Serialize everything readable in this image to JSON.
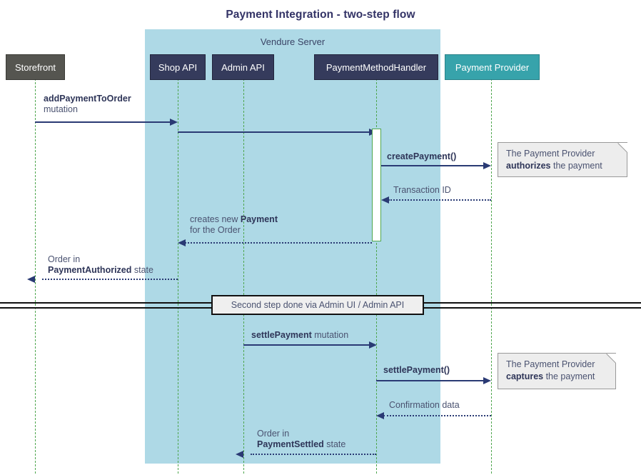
{
  "diagram": {
    "title": "Payment Integration - two-step flow",
    "type": "sequence-diagram",
    "group": {
      "label": "Vendure Server",
      "color": "#AED9E6"
    },
    "colors": {
      "storefront": "#555550",
      "api": "#353B5C",
      "provider": "#37A3AB",
      "arrow": "#2A3A74",
      "lifeline": "#4EA64E",
      "note": "#EDEDED"
    },
    "participants": [
      {
        "id": "storefront",
        "label": "Storefront",
        "style": "dark"
      },
      {
        "id": "shop-api",
        "label": "Shop API",
        "style": "navy"
      },
      {
        "id": "admin-api",
        "label": "Admin API",
        "style": "navy"
      },
      {
        "id": "payment-method-handler",
        "label": "PaymentMethodHandler",
        "style": "navy"
      },
      {
        "id": "payment-provider",
        "label": "Payment Provider",
        "style": "teal"
      }
    ],
    "messages": [
      {
        "id": "add-payment-to-order",
        "from": "storefront",
        "to": "shop-api",
        "kind": "call",
        "label_bold": "addPaymentToOrder",
        "label_rest": "mutation"
      },
      {
        "id": "shop-api-to-handler",
        "from": "shop-api",
        "to": "payment-method-handler",
        "kind": "call",
        "label_bold": "",
        "label_rest": ""
      },
      {
        "id": "create-payment",
        "from": "payment-method-handler",
        "to": "payment-provider",
        "kind": "call",
        "label_bold": "createPayment()",
        "label_rest": ""
      },
      {
        "id": "transaction-id",
        "from": "payment-provider",
        "to": "payment-method-handler",
        "kind": "return",
        "label_bold": "",
        "label_rest": "Transaction ID"
      },
      {
        "id": "creates-new-payment",
        "from": "payment-method-handler",
        "to": "shop-api",
        "kind": "return",
        "label_line1_pre": "creates new ",
        "label_line1_bold": "Payment",
        "label_line2": "for the Order"
      },
      {
        "id": "order-payment-authorized",
        "from": "shop-api",
        "to": "storefront",
        "kind": "return",
        "label_line1": "Order in",
        "label_line2_bold": "PaymentAuthorized",
        "label_line2_rest": " state"
      },
      {
        "id": "settle-payment-mutation",
        "from": "admin-api",
        "to": "payment-method-handler",
        "kind": "call",
        "label_bold": "settlePayment",
        "label_rest": " mutation"
      },
      {
        "id": "settle-payment-call",
        "from": "payment-method-handler",
        "to": "payment-provider",
        "kind": "call",
        "label_bold": "settlePayment()",
        "label_rest": ""
      },
      {
        "id": "confirmation-data",
        "from": "payment-provider",
        "to": "payment-method-handler",
        "kind": "return",
        "label_rest": "Confirmation data"
      },
      {
        "id": "order-payment-settled",
        "from": "payment-method-handler",
        "to": "admin-api",
        "kind": "return",
        "label_line1": "Order in",
        "label_line2_bold": "PaymentSettled",
        "label_line2_rest": " state"
      }
    ],
    "notes": [
      {
        "id": "note-authorizes",
        "line1": "The Payment Provider",
        "line2_bold": "authorizes",
        "line2_rest": " the payment"
      },
      {
        "id": "note-captures",
        "line1": "The Payment Provider",
        "line2_bold": "captures",
        "line2_rest": " the payment"
      }
    ],
    "divider": {
      "label": "Second step done via Admin UI / Admin API"
    }
  }
}
